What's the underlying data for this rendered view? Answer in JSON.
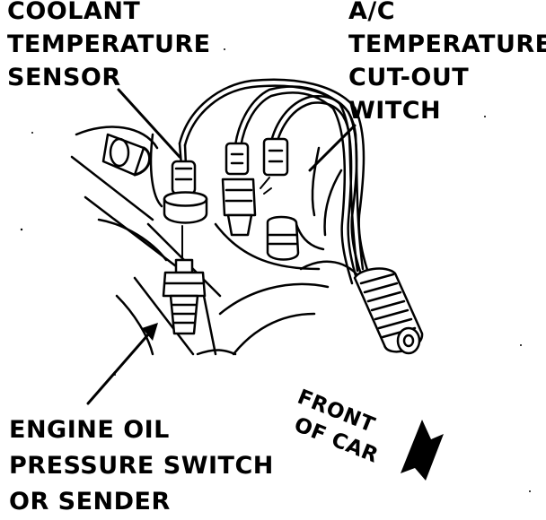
{
  "labels": {
    "coolant_sensor": [
      "COOLANT",
      "TEMPERATURE",
      "SENSOR"
    ],
    "ac_switch": [
      "A/C",
      "TEMPERATURE",
      "CUT-OUT",
      "WITCH"
    ],
    "oil_switch": [
      "ENGINE OIL",
      "PRESSURE SWITCH",
      "OR SENDER"
    ],
    "front_of_car": [
      "FRONT",
      "OF CAR"
    ]
  },
  "icons": [
    "front-arrow-icon",
    "leader-arrow-icon"
  ],
  "colors": {
    "ink": "#000000",
    "paper": "#ffffff"
  }
}
